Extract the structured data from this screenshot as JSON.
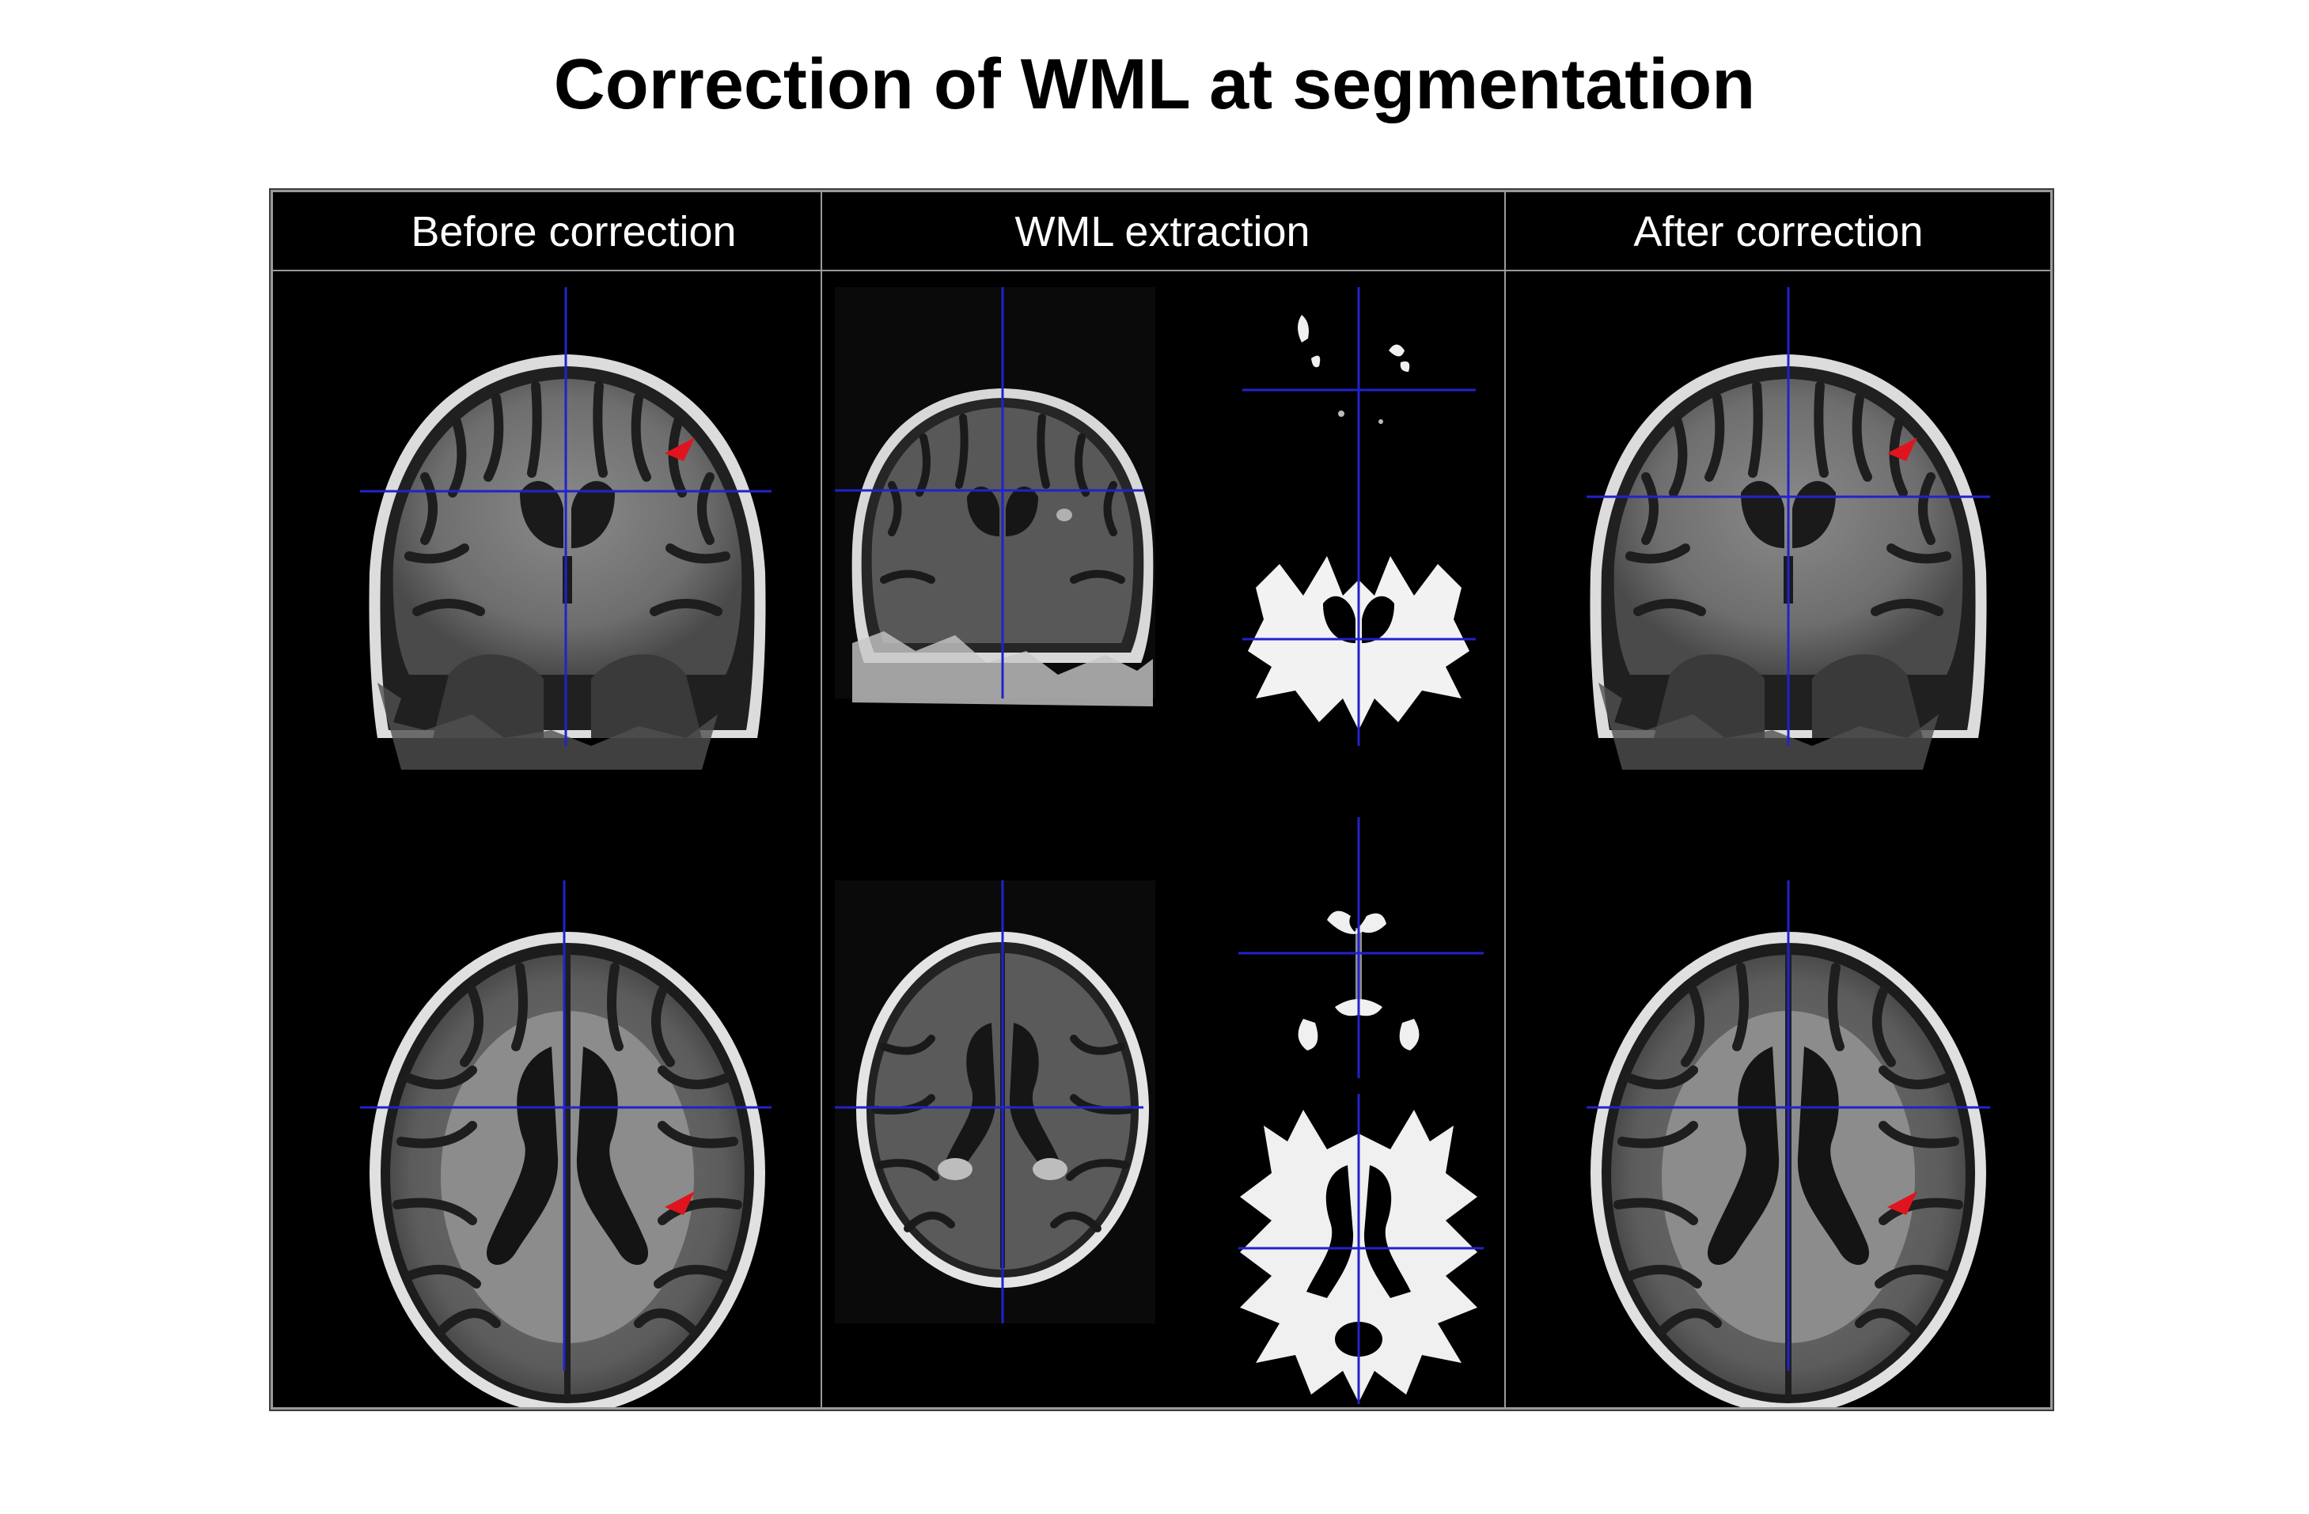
{
  "title": "Correction of WML at segmentation",
  "columns": [
    {
      "label": "Before correction"
    },
    {
      "label": "WML extraction"
    },
    {
      "label": "After correction"
    }
  ],
  "colors": {
    "background": "#000000",
    "crosshair": "#2222cc",
    "arrow": "#e0141e",
    "divider": "#9a9a9a"
  }
}
